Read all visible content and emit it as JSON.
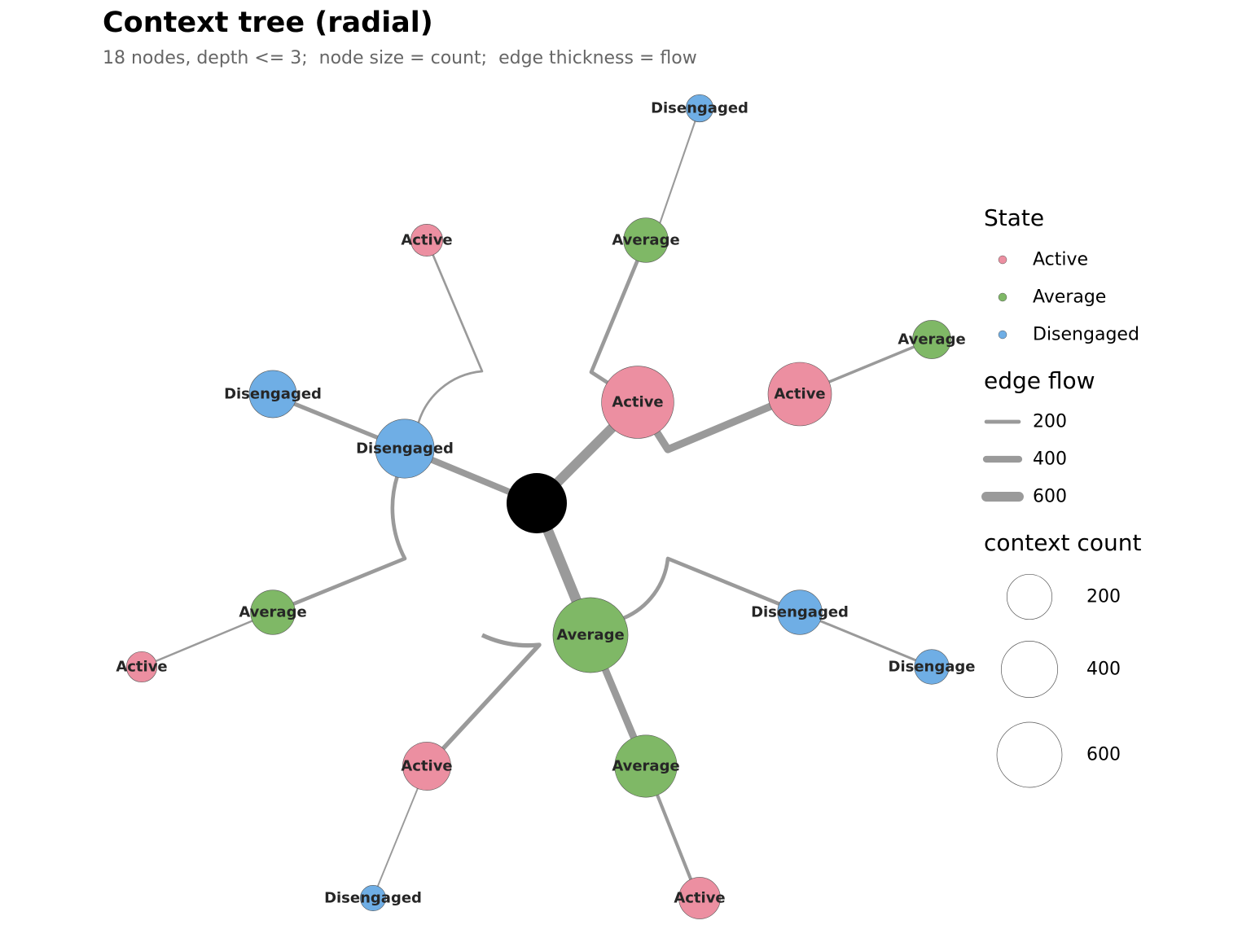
{
  "title": "Context tree (radial)",
  "subtitle": "18 nodes, depth <= 3;  node size = count;  edge thickness = flow",
  "colors": {
    "Active": "#ec8fa1",
    "Average": "#7fb866",
    "Disengaged": "#6faee5",
    "root": "#000000",
    "edge": "#9a9a9a"
  },
  "nodes": [
    {
      "id": "root",
      "state": "",
      "label": "",
      "count": 0
    },
    {
      "id": "n1",
      "state": "Active",
      "label": "Active",
      "count": 600
    },
    {
      "id": "n2",
      "state": "Average",
      "label": "Average",
      "count": 200
    },
    {
      "id": "n3",
      "state": "Disengaged",
      "label": "Disengaged",
      "count": 60
    },
    {
      "id": "n4",
      "state": "Active",
      "label": "Active",
      "count": 450
    },
    {
      "id": "n5",
      "state": "Average",
      "label": "Average",
      "count": 140
    },
    {
      "id": "n6",
      "state": "Disengaged",
      "label": "Disengaged",
      "count": 380
    },
    {
      "id": "n7",
      "state": "Disengaged",
      "label": "Disengaged",
      "count": 230
    },
    {
      "id": "n8",
      "state": "Active",
      "label": "Active",
      "count": 90
    },
    {
      "id": "n9",
      "state": "Average",
      "label": "Average",
      "count": 200
    },
    {
      "id": "n10",
      "state": "Active",
      "label": "Active",
      "count": 80
    },
    {
      "id": "n11",
      "state": "Average",
      "label": "Average",
      "count": 650
    },
    {
      "id": "n12",
      "state": "Active",
      "label": "Active",
      "count": 240
    },
    {
      "id": "n13",
      "state": "Disengaged",
      "label": "Disengaged",
      "count": 50
    },
    {
      "id": "n14",
      "state": "Average",
      "label": "Average",
      "count": 430
    },
    {
      "id": "n15",
      "state": "Active",
      "label": "Active",
      "count": 170
    },
    {
      "id": "n16",
      "state": "Disengaged",
      "label": "Disengaged",
      "count": 200
    },
    {
      "id": "n17",
      "state": "Disengaged",
      "label": "Disengage",
      "count": 110
    }
  ],
  "edges": [
    {
      "from": "root",
      "to": "n1",
      "flow": 600
    },
    {
      "from": "n1",
      "to": "n2",
      "flow": 200
    },
    {
      "from": "n2",
      "to": "n3",
      "flow": 60
    },
    {
      "from": "n1",
      "to": "n4",
      "flow": 450
    },
    {
      "from": "n4",
      "to": "n5",
      "flow": 140
    },
    {
      "from": "root",
      "to": "n6",
      "flow": 380
    },
    {
      "from": "n6",
      "to": "n7",
      "flow": 230
    },
    {
      "from": "n6",
      "to": "n8",
      "flow": 90
    },
    {
      "from": "n6",
      "to": "n9",
      "flow": 200
    },
    {
      "from": "n9",
      "to": "n10",
      "flow": 80
    },
    {
      "from": "root",
      "to": "n11",
      "flow": 650
    },
    {
      "from": "n11",
      "to": "n12",
      "flow": 240
    },
    {
      "from": "n12",
      "to": "n13",
      "flow": 50
    },
    {
      "from": "n11",
      "to": "n14",
      "flow": 430
    },
    {
      "from": "n14",
      "to": "n15",
      "flow": 170
    },
    {
      "from": "n11",
      "to": "n16",
      "flow": 200
    },
    {
      "from": "n16",
      "to": "n17",
      "flow": 110
    }
  ],
  "legend": {
    "state_title": "State",
    "states": [
      "Active",
      "Average",
      "Disengaged"
    ],
    "flow_title": "edge flow",
    "flows": [
      {
        "label": "200",
        "value": 200
      },
      {
        "label": "400",
        "value": 400
      },
      {
        "label": "600",
        "value": 600
      }
    ],
    "count_title": "context count",
    "counts": [
      {
        "label": "200",
        "value": 200
      },
      {
        "label": "400",
        "value": 400
      },
      {
        "label": "600",
        "value": 600
      }
    ]
  }
}
